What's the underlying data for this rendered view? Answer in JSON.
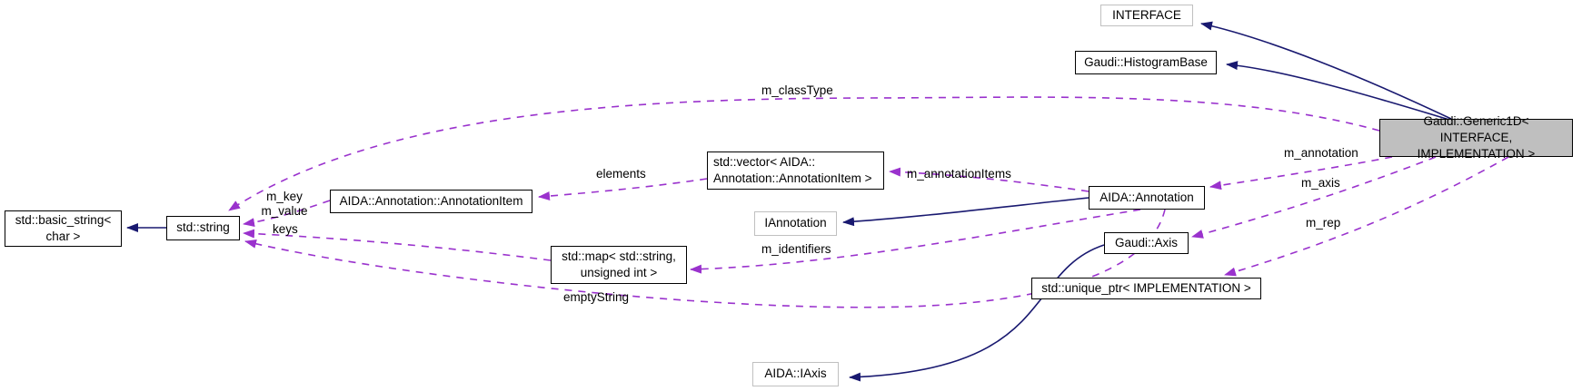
{
  "colors": {
    "inheritance_edge": "#191970",
    "usage_edge": "#9a32cd",
    "main_node_fill": "#bfbfbf",
    "node_fill": "#ffffff",
    "node_border": "#000000",
    "external_node_border": "#c0c0c0"
  },
  "nodes": {
    "generic1d": {
      "label": "Gaudi::Generic1D< INTERFACE,\nIMPLEMENTATION >"
    },
    "interface_param": {
      "label": "INTERFACE"
    },
    "histogram_base": {
      "label": "Gaudi::HistogramBase"
    },
    "vector_annotation_item": {
      "label": "std::vector< AIDA::\nAnnotation::AnnotationItem >"
    },
    "aida_annotation": {
      "label": "AIDA::Annotation"
    },
    "iannotation": {
      "label": "IAnnotation"
    },
    "annotation_item": {
      "label": "AIDA::Annotation::AnnotationItem"
    },
    "std_string": {
      "label": "std::string"
    },
    "basic_string": {
      "label": "std::basic_string<\nchar >"
    },
    "std_map": {
      "label": "std::map< std::string,\nunsigned int >"
    },
    "gaudi_axis": {
      "label": "Gaudi::Axis"
    },
    "unique_ptr": {
      "label": "std::unique_ptr< IMPLEMENTATION >"
    },
    "aida_iaxis": {
      "label": "AIDA::IAxis"
    }
  },
  "edge_labels": {
    "m_classType": "m_classType",
    "elements": "elements",
    "m_annotationItems": "m_annotationItems",
    "m_annotation": "m_annotation",
    "m_axis": "m_axis",
    "m_rep": "m_rep",
    "m_key_m_value": "m_key\nm_value",
    "keys": "keys",
    "m_identifiers": "m_identifiers",
    "emptyString": "emptyString"
  }
}
